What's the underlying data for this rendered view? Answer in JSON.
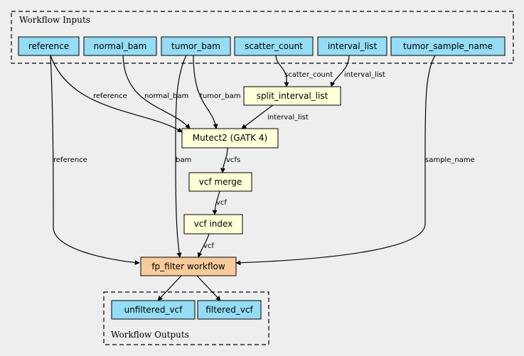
{
  "clusters": {
    "inputs": {
      "label": "Workflow Inputs"
    },
    "outputs": {
      "label": "Workflow Outputs"
    }
  },
  "colors": {
    "background": "#eeeeee",
    "io_node": "#94ddf4",
    "step_node": "#ffffd8",
    "subworkflow_node": "#f7cb9b"
  },
  "inputs": [
    {
      "id": "reference",
      "label": "reference"
    },
    {
      "id": "normal_bam",
      "label": "normal_bam"
    },
    {
      "id": "tumor_bam",
      "label": "tumor_bam"
    },
    {
      "id": "scatter_count",
      "label": "scatter_count"
    },
    {
      "id": "interval_list",
      "label": "interval_list"
    },
    {
      "id": "tumor_sample_name",
      "label": "tumor_sample_name"
    }
  ],
  "steps": [
    {
      "id": "split_interval_list",
      "label": "split_interval_list"
    },
    {
      "id": "mutect2",
      "label": "Mutect2 (GATK 4)"
    },
    {
      "id": "vcf_merge",
      "label": "vcf merge"
    },
    {
      "id": "vcf_index",
      "label": "vcf index"
    },
    {
      "id": "fp_filter",
      "label": "fp_filter workflow"
    }
  ],
  "outputs": [
    {
      "id": "unfiltered_vcf",
      "label": "unfiltered_vcf"
    },
    {
      "id": "filtered_vcf",
      "label": "filtered_vcf"
    }
  ],
  "edges": [
    {
      "from": "scatter_count",
      "to": "split_interval_list",
      "label": "scatter_count"
    },
    {
      "from": "interval_list",
      "to": "split_interval_list",
      "label": "interval_list"
    },
    {
      "from": "reference",
      "to": "mutect2",
      "label": "reference"
    },
    {
      "from": "normal_bam",
      "to": "mutect2",
      "label": "normal_bam"
    },
    {
      "from": "tumor_bam",
      "to": "mutect2",
      "label": "tumor_bam"
    },
    {
      "from": "split_interval_list",
      "to": "mutect2",
      "label": "interval_list"
    },
    {
      "from": "mutect2",
      "to": "vcf_merge",
      "label": "vcfs"
    },
    {
      "from": "vcf_merge",
      "to": "vcf_index",
      "label": "vcf"
    },
    {
      "from": "vcf_index",
      "to": "fp_filter",
      "label": "vcf"
    },
    {
      "from": "reference",
      "to": "fp_filter",
      "label": "reference"
    },
    {
      "from": "tumor_bam",
      "to": "fp_filter",
      "label": "bam"
    },
    {
      "from": "tumor_sample_name",
      "to": "fp_filter",
      "label": "sample_name"
    },
    {
      "from": "fp_filter",
      "to": "unfiltered_vcf",
      "label": ""
    },
    {
      "from": "fp_filter",
      "to": "filtered_vcf",
      "label": ""
    }
  ]
}
